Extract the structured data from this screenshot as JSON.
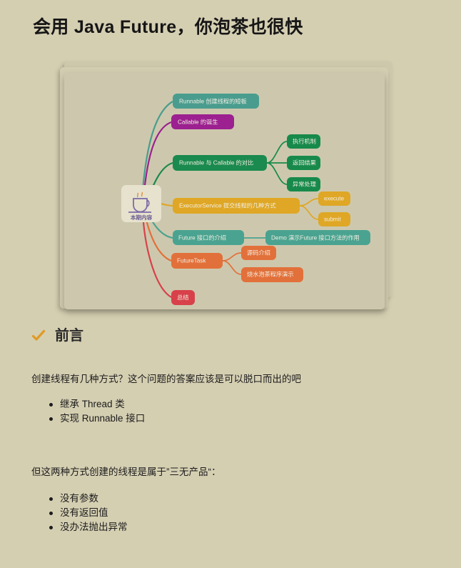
{
  "article": {
    "title": "会用 Java Future，你泡茶也很快"
  },
  "figure": {
    "name": "mindmap-image",
    "center": {
      "label": "本期内容",
      "icon": "coffee-cup-icon"
    },
    "nodes": [
      {
        "id": "n1",
        "text": "Runnable 创建线程的短板",
        "color": "#4a9d8e"
      },
      {
        "id": "n2",
        "text": "Callable 的诞生",
        "color": "#9c2090"
      },
      {
        "id": "n3",
        "text": "Runnable 与 Callable 的对比",
        "color": "#1a8a4e"
      },
      {
        "id": "n4",
        "text": "执行机制",
        "color": "#178a4b"
      },
      {
        "id": "n5",
        "text": "返回结果",
        "color": "#178a4b"
      },
      {
        "id": "n6",
        "text": "异常处理",
        "color": "#178a4b"
      },
      {
        "id": "n7",
        "text": "ExecutorService 提交线程的几种方式",
        "color": "#dfa725"
      },
      {
        "id": "n8",
        "text": "execute",
        "color": "#dfa725"
      },
      {
        "id": "n9",
        "text": "submit",
        "color": "#dfa725"
      },
      {
        "id": "n10",
        "text": "Future 接口的介绍",
        "color": "#4aa390"
      },
      {
        "id": "n11",
        "text": "Demo 演示Future 接口方法的作用",
        "color": "#4aa390"
      },
      {
        "id": "n12",
        "text": "FutureTask",
        "color": "#e2703a"
      },
      {
        "id": "n13",
        "text": "源码介绍",
        "color": "#e2703a"
      },
      {
        "id": "n14",
        "text": "烧水泡茶程序演示",
        "color": "#e2703a"
      },
      {
        "id": "n15",
        "text": "总结",
        "color": "#d8414a"
      }
    ]
  },
  "sections": [
    {
      "icon": "check-icon",
      "icon_color": "#e09a24",
      "heading": "前言",
      "paragraph": "创建线程有几种方式？这个问题的答案应该是可以脱口而出的吧",
      "bullets": [
        "继承 Thread 类",
        "实现 Runnable 接口"
      ]
    },
    {
      "paragraph": "但这两种方式创建的线程是属于”三无产品“：",
      "bullets": [
        "没有参数",
        "没有返回值",
        "没办法抛出异常"
      ]
    }
  ],
  "theme": {
    "page_background": "#d5cfb2",
    "figure_background": "#cdc8ad",
    "text_color": "#1c1c1c"
  }
}
